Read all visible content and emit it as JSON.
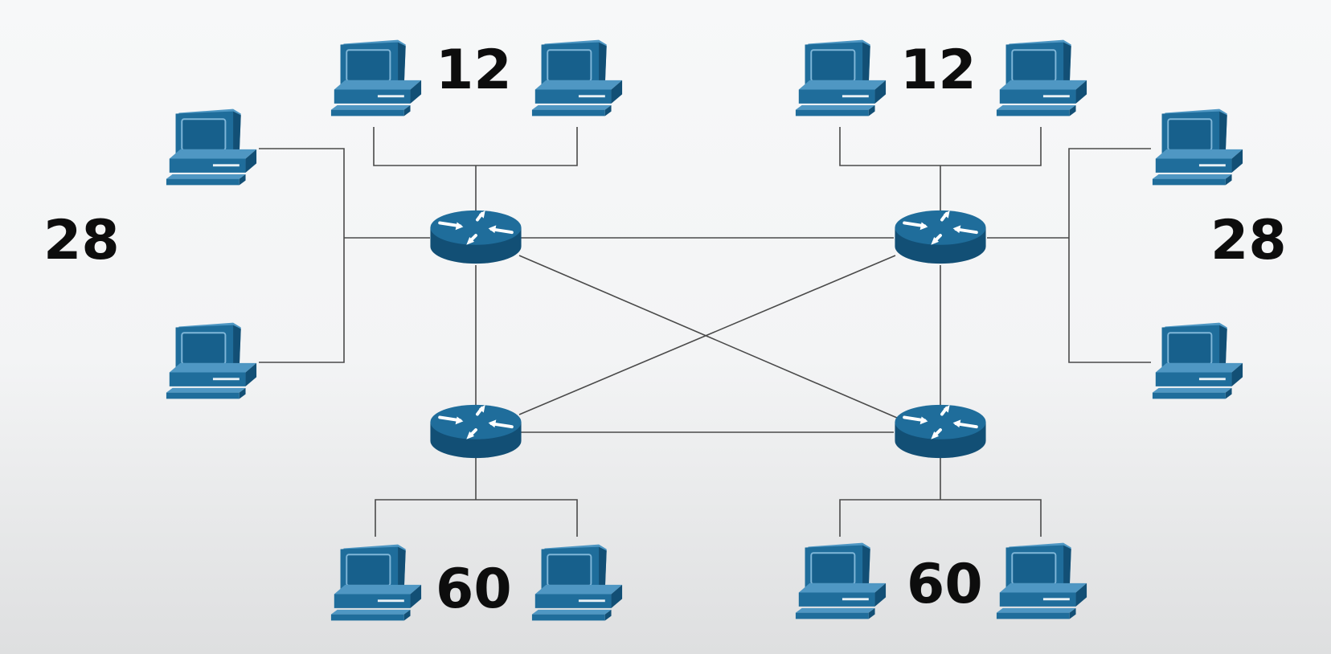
{
  "diagram": {
    "colors": {
      "device": "#1f6d9b",
      "device_light": "#4f97c3",
      "device_dark": "#124f75",
      "router_arrow": "#ffffff",
      "line": "#4a4a4a",
      "text": "#0d0d0d"
    },
    "groups": {
      "top_left": {
        "host_count": "12",
        "icon": "desktop-computer-icon"
      },
      "top_right": {
        "host_count": "12",
        "icon": "desktop-computer-icon"
      },
      "left": {
        "host_count": "28",
        "icon": "desktop-computer-icon"
      },
      "right": {
        "host_count": "28",
        "icon": "desktop-computer-icon"
      },
      "bottom_left": {
        "host_count": "60",
        "icon": "desktop-computer-icon"
      },
      "bottom_right": {
        "host_count": "60",
        "icon": "desktop-computer-icon"
      }
    },
    "routers": [
      {
        "id": "router-top-left",
        "icon": "router-icon"
      },
      {
        "id": "router-top-right",
        "icon": "router-icon"
      },
      {
        "id": "router-bottom-left",
        "icon": "router-icon"
      },
      {
        "id": "router-bottom-right",
        "icon": "router-icon"
      }
    ],
    "router_links": [
      [
        "router-top-left",
        "router-top-right"
      ],
      [
        "router-top-left",
        "router-bottom-left"
      ],
      [
        "router-top-left",
        "router-bottom-right"
      ],
      [
        "router-top-right",
        "router-bottom-left"
      ],
      [
        "router-top-right",
        "router-bottom-right"
      ],
      [
        "router-bottom-left",
        "router-bottom-right"
      ]
    ]
  }
}
